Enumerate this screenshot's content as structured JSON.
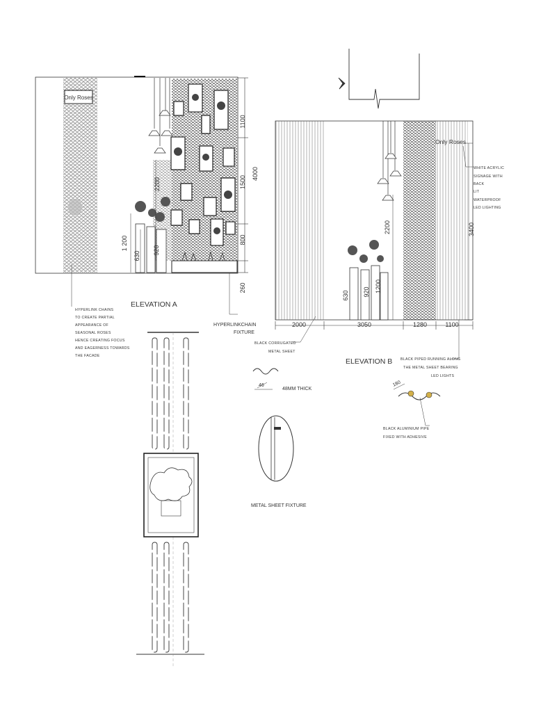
{
  "elevation_a": {
    "title": "ELEVATION A",
    "sign": "Only Roses",
    "dims": {
      "d1100": "1100",
      "d4000": "4000",
      "d1500": "1500",
      "d800": "800",
      "d260": "260",
      "d2200": "2200",
      "d1200": "1 200",
      "d630": "630",
      "d920": "920"
    },
    "note_hyperlink": [
      "HYPERLINK CHAINS",
      "TO CREATE PARTIAL",
      "APPEARANCE OF",
      "SEASONAL ROSES",
      "HENCE CREATING FOCUS",
      "AND EAGERNESS TOWARDS",
      "THE FACADE"
    ],
    "note_fixture": [
      "HYPERLINKCHAIN",
      "FIXTURE"
    ]
  },
  "elevation_b": {
    "title": "ELEVATION B",
    "sign": "Only Roses",
    "dims": {
      "d2000": "2000",
      "d3050": "3050",
      "d1280": "1280",
      "d1100": "1100",
      "d3400": "3400",
      "d2200": "2200",
      "d630": "630",
      "d920": "920",
      "d1200": "1200"
    },
    "note_signage": [
      "WHITE ACRYLIC",
      "SIGNAGE WITH",
      "BACK",
      "LIT",
      "WATERPROOF",
      "LED LIGHTING"
    ],
    "note_sheet": [
      "BLACK CORRUGATED",
      "METAL SHEET"
    ],
    "note_pipe": [
      "BLACK PIPED RUNNING ALONG",
      "THE METAL SHEET BEARING",
      "LED LIGHTS"
    ]
  },
  "details": {
    "wave_dim": "46",
    "wave_note": "48MM THICK",
    "pipe_dim": "180",
    "pipe_note": [
      "BLACK ALUMINIUM PIPE",
      "FIXED WITH ADHESIVE"
    ],
    "fixture_label": "METAL SHEET FIXTURE"
  }
}
